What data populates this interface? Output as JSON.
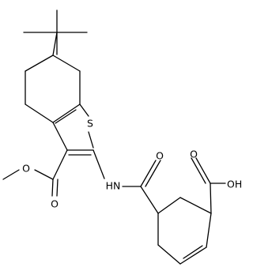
{
  "molecule": {
    "labels": {
      "sulfur": "S",
      "ester_carbonyl_oxygen": "O",
      "ester_ether_oxygen": "O",
      "amide_nitrogen": "HN",
      "amide_oxygen": "O",
      "acid_hydroxyl": "OH",
      "acid_carbonyl_oxygen": "O"
    }
  }
}
